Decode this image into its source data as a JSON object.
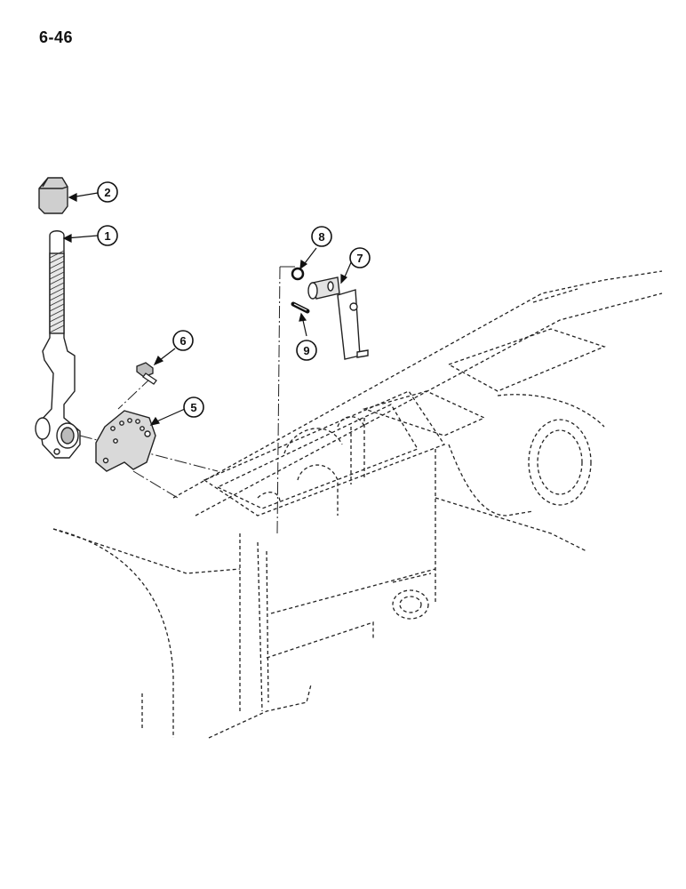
{
  "page": {
    "number": "6-46"
  },
  "callouts": [
    {
      "id": "callout-1",
      "label": "1"
    },
    {
      "id": "callout-2",
      "label": "2"
    },
    {
      "id": "callout-5",
      "label": "5"
    },
    {
      "id": "callout-6",
      "label": "6"
    },
    {
      "id": "callout-7",
      "label": "7"
    },
    {
      "id": "callout-8",
      "label": "8"
    },
    {
      "id": "callout-9",
      "label": "9"
    }
  ]
}
